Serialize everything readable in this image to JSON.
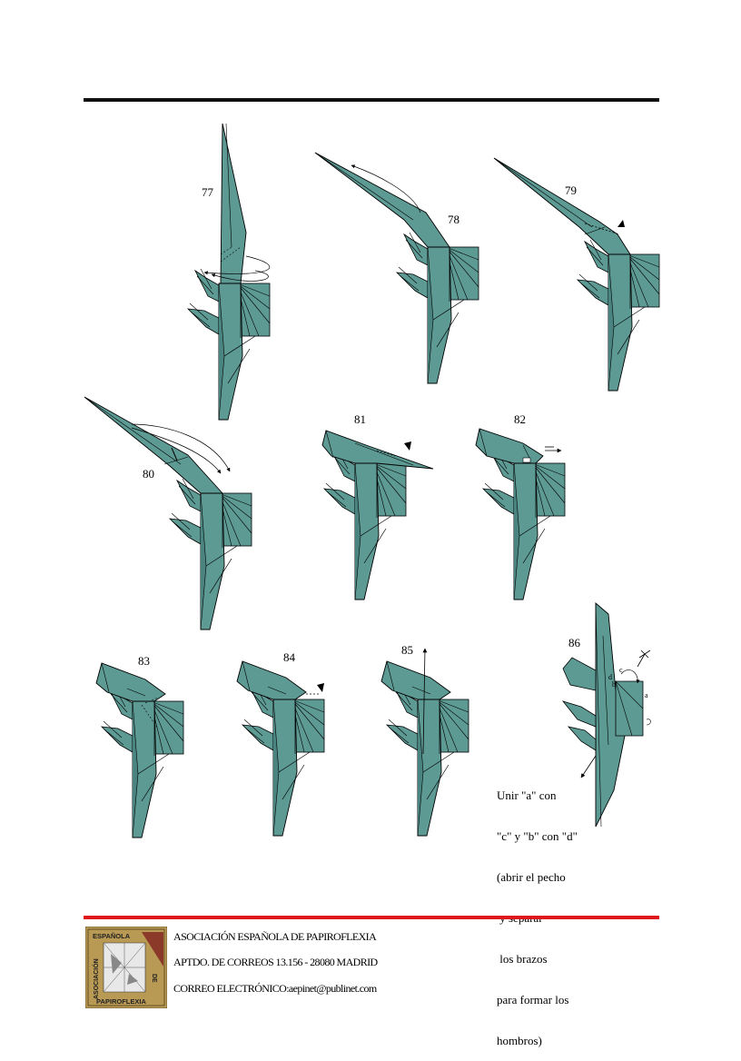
{
  "steps": [
    "77",
    "78",
    "79",
    "80",
    "81",
    "82",
    "83",
    "84",
    "85",
    "86"
  ],
  "instruction_lines": [
    "Unir \"a\" con",
    "\"c\" y \"b\" con \"d\"",
    "(abrir el pecho",
    " y separar",
    " los brazos",
    "para formar los",
    "hombros)"
  ],
  "fold_letters": [
    "a",
    "b",
    "c",
    "d"
  ],
  "footer": {
    "line1": "ASOCIACIÓN ESPAÑOLA DE PAPIROFLEXIA",
    "line2": "APTDO. DE CORREOS 13.156 - 28080 MADRID",
    "line3": "CORREO ELECTRÓNICO:aepinet@publinet.com"
  },
  "logo_text": {
    "top": "ESPAÑOLA",
    "left": "ASOCIACIÓN",
    "right": "DE",
    "bottom": "PAPIROFLEXIA"
  },
  "colors": {
    "paper": "#5e9a94",
    "paper_dark": "#4a8480",
    "line": "#000000",
    "top_rule": "#111111",
    "bottom_rule": "#e0161d",
    "logo_bg": "#b99a55"
  }
}
